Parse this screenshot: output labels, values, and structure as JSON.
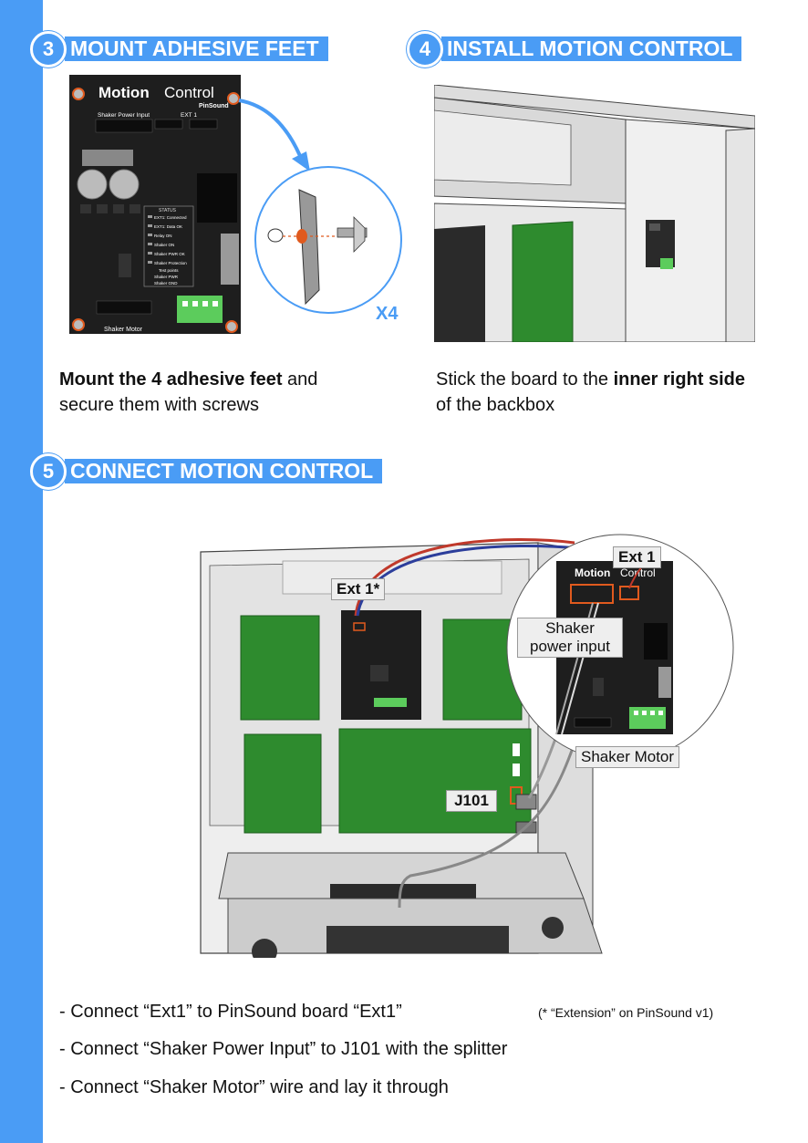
{
  "steps": [
    {
      "number": "3",
      "title": "MOUNT ADHESIVE FEET"
    },
    {
      "number": "4",
      "title": "INSTALL MOTION CONTROL"
    },
    {
      "number": "5",
      "title": "CONNECT MOTION CONTROL"
    }
  ],
  "captions": {
    "step3": {
      "bold": "Mount the 4 adhesive feet",
      "rest1": " and",
      "rest2": "secure them with screws"
    },
    "step4": {
      "pre": "Stick the board to the ",
      "bold": "inner right side",
      "rest2": "of the backbox"
    }
  },
  "board": {
    "brand": "Motion",
    "brand2": "Control",
    "maker": "PinSound",
    "power_label": "Shaker Power Input",
    "ext_label": "EXT 1",
    "motor_label": "Shaker Motor",
    "status_title": "STATUS",
    "status_items": [
      "EXT1: Connected",
      "EXT1: Data OK",
      "Relay ON",
      "Shaker ON",
      "Shaker PWR OK",
      "Shaker Protection"
    ],
    "test_title": "Test points",
    "test_items": [
      "Shaker PWR",
      "Shaker GND"
    ]
  },
  "quantity": "X4",
  "diagram_labels": {
    "ext1_star": "Ext 1*",
    "ext1": "Ext 1",
    "shaker_power_1": "Shaker",
    "shaker_power_2": "power input",
    "shaker_motor": "Shaker Motor",
    "j101": "J101"
  },
  "instructions": [
    "- Connect “Ext1” to PinSound board “Ext1”",
    "- Connect “Shaker Power Input” to  J101 with the splitter",
    "- Connect “Shaker Motor” wire and lay it through"
  ],
  "footnote": "(* “Extension” on PinSound v1)",
  "colors": {
    "accent": "#4a9cf5",
    "highlight": "#e05a1e",
    "board": "#1e1e1e",
    "pcb_green": "#2e8b2e",
    "connector_green": "#5ccc5c"
  }
}
